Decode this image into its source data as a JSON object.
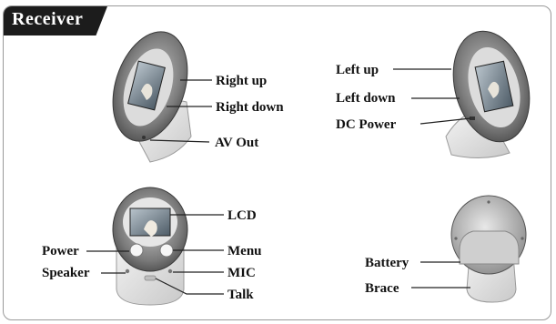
{
  "title": "Receiver",
  "labels": {
    "right_up": "Right up",
    "right_down": "Right down",
    "av_out": "AV Out",
    "left_up": "Left up",
    "left_down": "Left down",
    "dc_power": "DC Power",
    "lcd": "LCD",
    "power": "Power",
    "menu": "Menu",
    "speaker": "Speaker",
    "mic": "MIC",
    "talk": "Talk",
    "battery": "Battery",
    "brace": "Brace"
  },
  "colors": {
    "device_ring": "#8a8a8a",
    "device_body": "#d9d9d9",
    "screen": "#2f3a44",
    "button_highlight": "#f6f6f6",
    "label_text": "#111111",
    "title_bg": "#1c1c1c"
  }
}
